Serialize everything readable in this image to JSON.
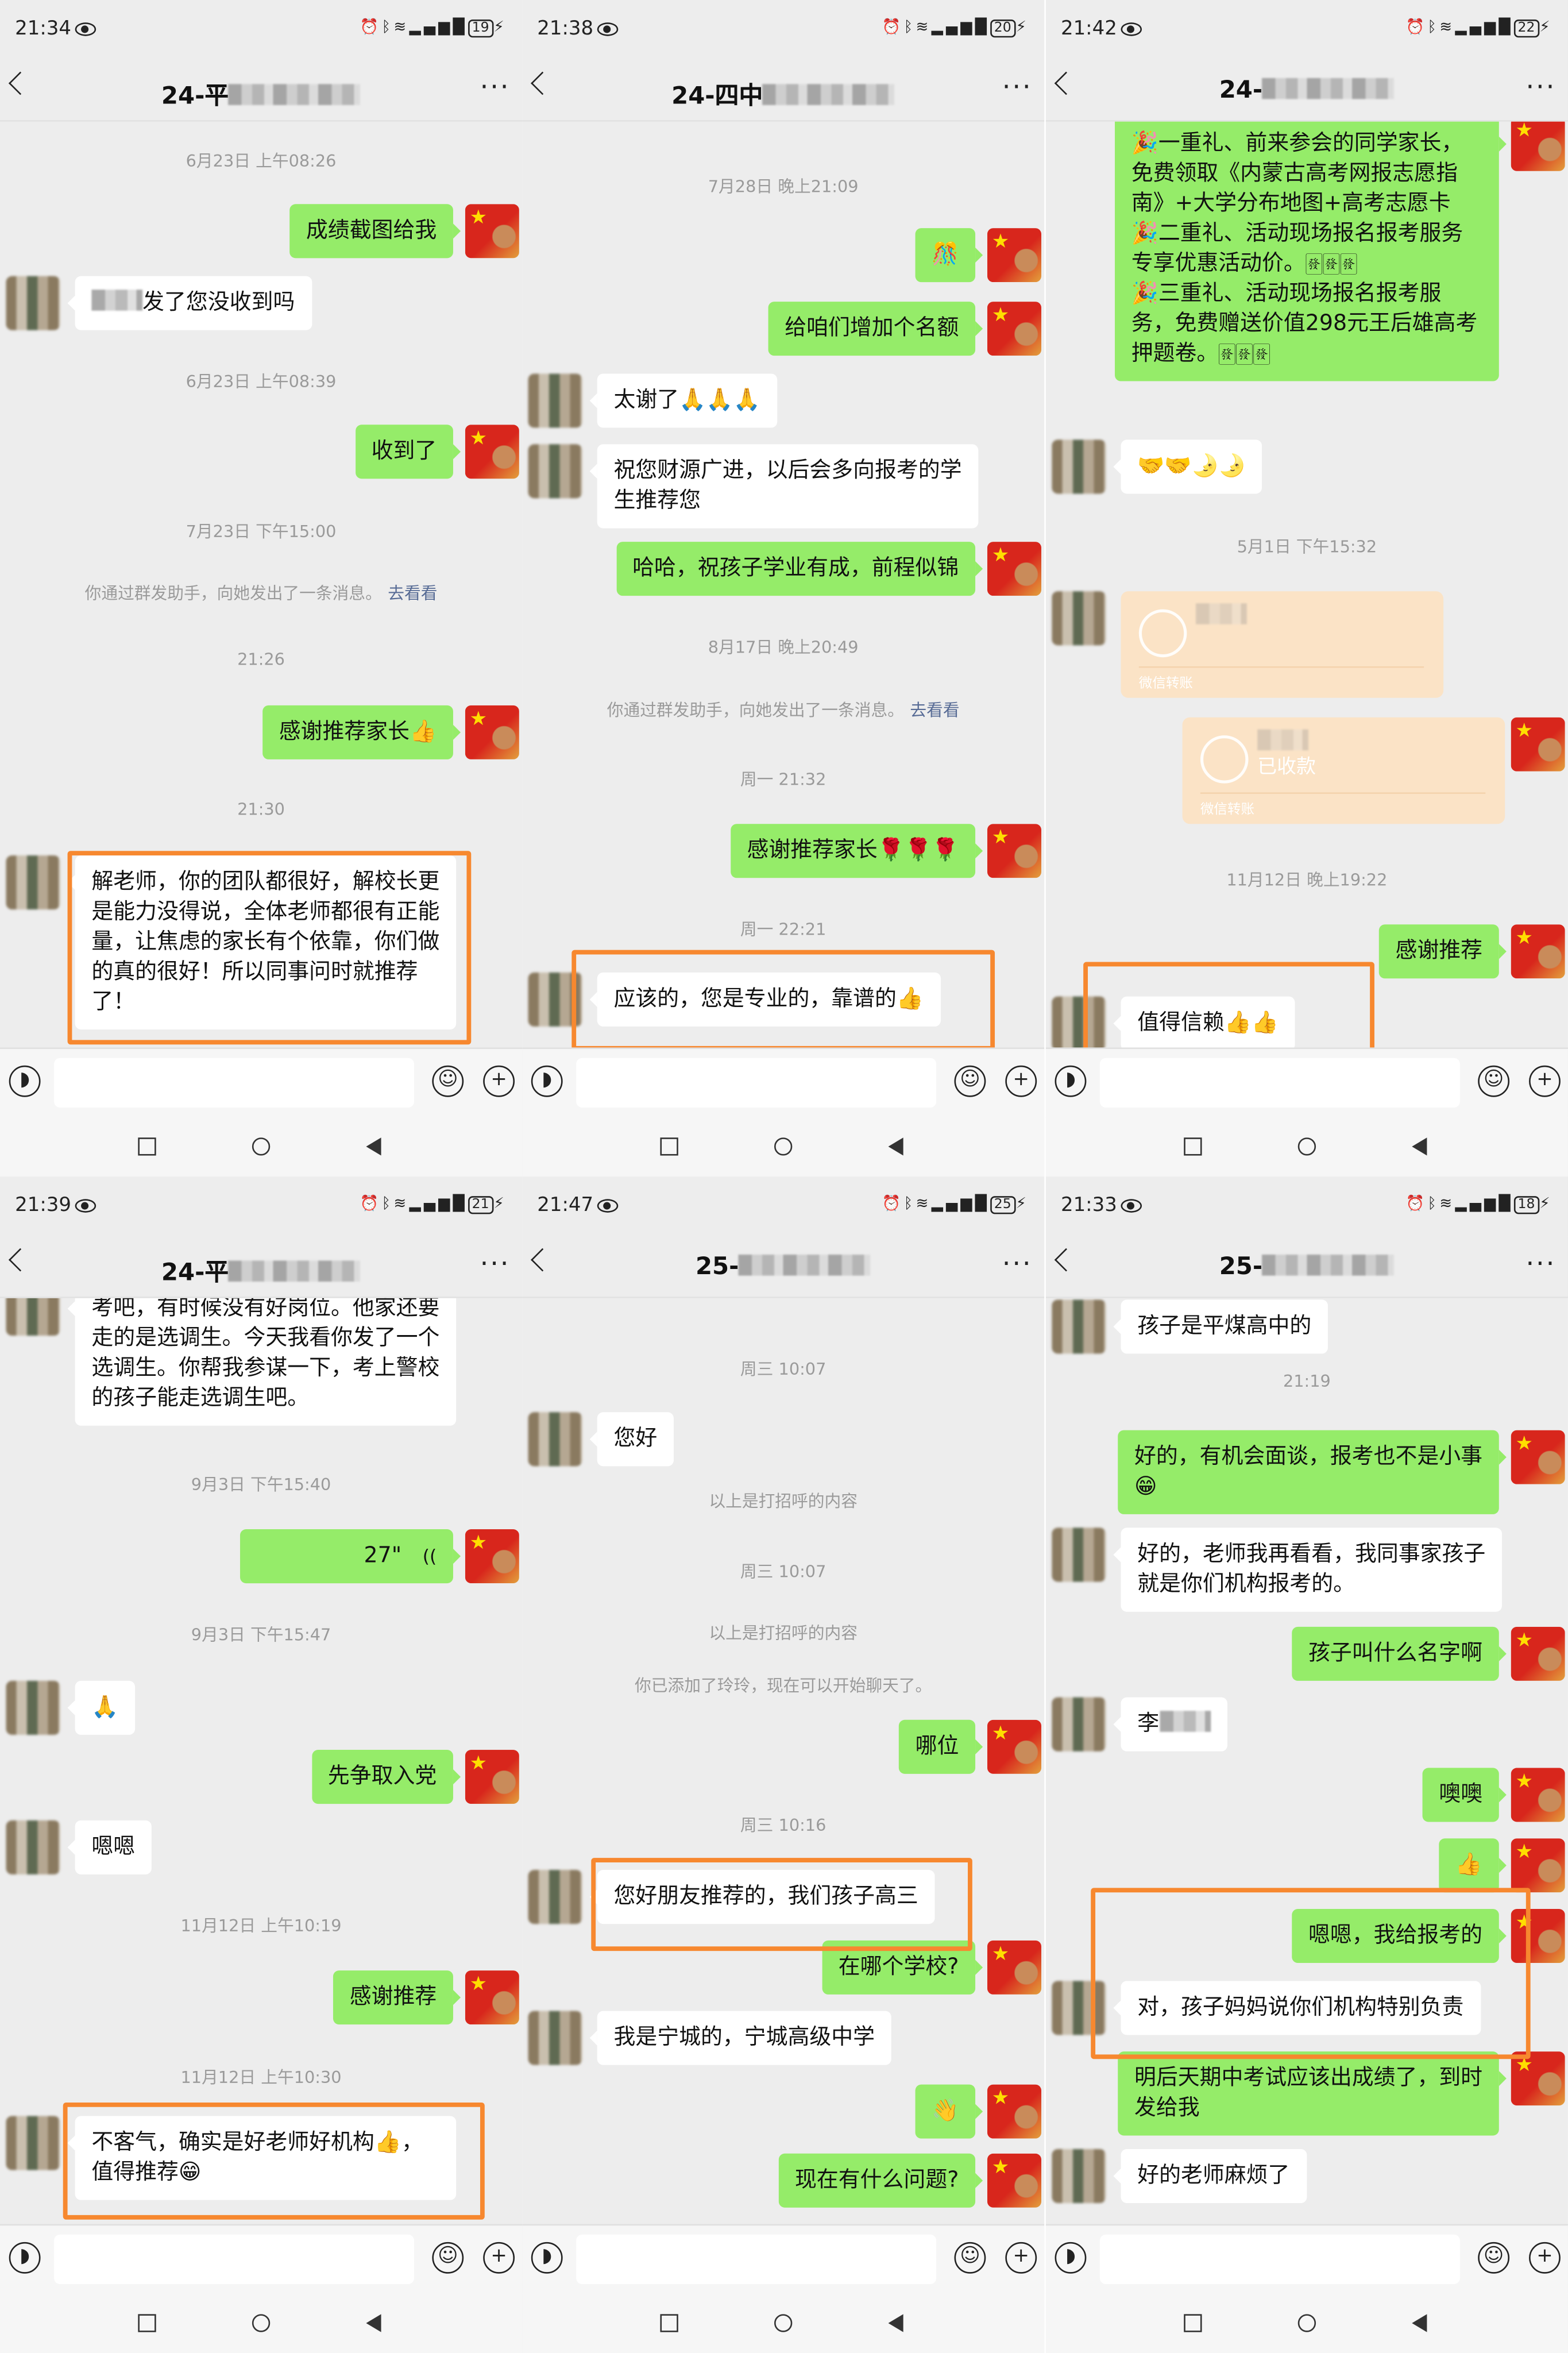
{
  "colors": {
    "me_bubble": "#95ec69",
    "other_bubble": "#ffffff",
    "highlight": "#f7882f",
    "link": "#576b95",
    "transfer": "#fbe3c6"
  },
  "panels": [
    {
      "status": {
        "time": "21:34",
        "battery": "19"
      },
      "title": "24-平",
      "messages": [
        {
          "type": "time",
          "text": "6月23日 上午08:26"
        },
        {
          "type": "me",
          "text": "成绩截图给我"
        },
        {
          "type": "other",
          "text": "发了您没收到吗",
          "redacted": "prefix"
        },
        {
          "type": "time",
          "text": "6月23日 上午08:39"
        },
        {
          "type": "me",
          "text": "收到了"
        },
        {
          "type": "time",
          "text": "7月23日 下午15:00"
        },
        {
          "type": "system",
          "text": "你通过群发助手，向她发出了一条消息。",
          "link": "去看看"
        },
        {
          "type": "time",
          "text": "21:26"
        },
        {
          "type": "me",
          "text": "感谢推荐家长👍"
        },
        {
          "type": "time",
          "text": "21:30"
        },
        {
          "type": "other",
          "text": "解老师，你的团队都很好，解校长更是能力没得说，全体老师都很有正能量，让焦虑的家长有个依靠，你们做的真的很好！所以同事问时就推荐了！"
        }
      ]
    },
    {
      "status": {
        "time": "21:38",
        "battery": "20"
      },
      "title": "24-四中",
      "messages": [
        {
          "type": "time",
          "text": "7月28日 晚上21:09"
        },
        {
          "type": "me",
          "text": "🎊"
        },
        {
          "type": "me",
          "text": "给咱们增加个名额"
        },
        {
          "type": "other",
          "text": "太谢了🙏🙏🙏"
        },
        {
          "type": "other",
          "text": "祝您财源广进，以后会多向报考的学生推荐您"
        },
        {
          "type": "me",
          "text": "哈哈，祝孩子学业有成，前程似锦"
        },
        {
          "type": "time",
          "text": "8月17日 晚上20:49"
        },
        {
          "type": "system",
          "text": "你通过群发助手，向她发出了一条消息。",
          "link": "去看看"
        },
        {
          "type": "time",
          "text": "周一 21:32"
        },
        {
          "type": "me",
          "text": "感谢推荐家长🌹🌹🌹"
        },
        {
          "type": "time",
          "text": "周一 22:21"
        },
        {
          "type": "other",
          "text": "应该的，您是专业的，靠谱的👍"
        }
      ]
    },
    {
      "status": {
        "time": "21:42",
        "battery": "22"
      },
      "title": "24-",
      "messages": [
        {
          "type": "me",
          "text": "🎉一重礼、前来参会的同学家长，免费领取《内蒙古高考网报志愿指南》+大学分布地图+高考志愿卡\n🎉二重礼、活动现场报名报考服务专享优惠活动价。🀅🀅🀅\n🎉三重礼、活动现场报名报考服务，免费赠送价值298元王后雄高考押题卷。🀅🀅🀅"
        },
        {
          "type": "other",
          "text": "🤝🤝🌛🌛"
        },
        {
          "type": "time",
          "text": "5月1日 下午15:32"
        },
        {
          "type": "transfer-other",
          "status": "",
          "label": "微信转账"
        },
        {
          "type": "transfer-me",
          "status": "已收款",
          "label": "微信转账"
        },
        {
          "type": "time",
          "text": "11月12日 晚上19:22"
        },
        {
          "type": "me",
          "text": "感谢推荐"
        },
        {
          "type": "other",
          "text": "值得信赖👍👍"
        }
      ]
    },
    {
      "status": {
        "time": "21:39",
        "battery": "21"
      },
      "title": "24-平",
      "messages": [
        {
          "type": "other",
          "text": "考吧，有时候没有好岗位。他家还要走的是选调生。今天我看你发了一个选调生。你帮我参谋一下，考上警校的孩子能走选调生吧。"
        },
        {
          "type": "time",
          "text": "9月3日 下午15:40"
        },
        {
          "type": "voice",
          "text": "27\""
        },
        {
          "type": "time",
          "text": "9月3日 下午15:47"
        },
        {
          "type": "other",
          "text": "🙏"
        },
        {
          "type": "me",
          "text": "先争取入党"
        },
        {
          "type": "other",
          "text": "嗯嗯"
        },
        {
          "type": "time",
          "text": "11月12日 上午10:19"
        },
        {
          "type": "me",
          "text": "感谢推荐"
        },
        {
          "type": "time",
          "text": "11月12日 上午10:30"
        },
        {
          "type": "other",
          "text": "不客气，确实是好老师好机构👍，值得推荐😁"
        }
      ]
    },
    {
      "status": {
        "time": "21:47",
        "battery": "25"
      },
      "title": "25-",
      "messages": [
        {
          "type": "time",
          "text": "周三 10:07"
        },
        {
          "type": "other",
          "text": "您好"
        },
        {
          "type": "time",
          "text": "以上是打招呼的内容"
        },
        {
          "type": "time",
          "text": "周三 10:07"
        },
        {
          "type": "time",
          "text": "以上是打招呼的内容"
        },
        {
          "type": "time",
          "text": "你已添加了玲玲，现在可以开始聊天了。"
        },
        {
          "type": "me",
          "text": "哪位"
        },
        {
          "type": "time",
          "text": "周三 10:16"
        },
        {
          "type": "other",
          "text": "您好朋友推荐的，我们孩子高三"
        },
        {
          "type": "me",
          "text": "在哪个学校?"
        },
        {
          "type": "other",
          "text": "我是宁城的，宁城高级中学"
        },
        {
          "type": "me",
          "text": "👋"
        },
        {
          "type": "me",
          "text": "现在有什么问题?"
        }
      ]
    },
    {
      "status": {
        "time": "21:33",
        "battery": "18"
      },
      "title": "25-",
      "messages": [
        {
          "type": "other",
          "text": "孩子是平煤高中的"
        },
        {
          "type": "time",
          "text": "21:19"
        },
        {
          "type": "me",
          "text": "好的，有机会面谈，报考也不是小事😁"
        },
        {
          "type": "other",
          "text": "好的，老师我再看看，我同事家孩子就是你们机构报考的。"
        },
        {
          "type": "me",
          "text": "孩子叫什么名字啊"
        },
        {
          "type": "other",
          "text": "李",
          "redacted": "suffix"
        },
        {
          "type": "me",
          "text": "噢噢"
        },
        {
          "type": "me",
          "text": "👍"
        },
        {
          "type": "me",
          "text": "嗯嗯，我给报考的"
        },
        {
          "type": "other",
          "text": "对，孩子妈妈说你们机构特别负责"
        },
        {
          "type": "me",
          "text": "明后天期中考试应该出成绩了，到时发给我"
        },
        {
          "type": "other",
          "text": "好的老师麻烦了"
        }
      ]
    }
  ]
}
